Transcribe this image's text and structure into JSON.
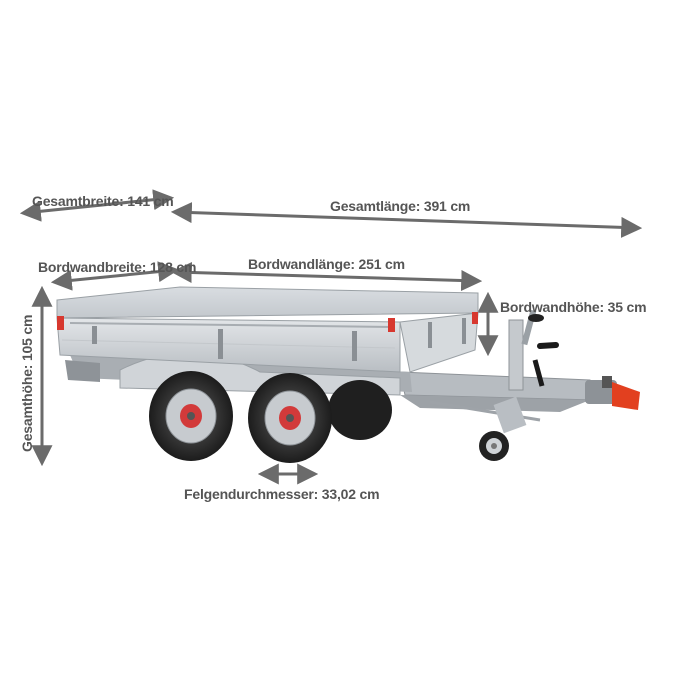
{
  "colors": {
    "dimension_line": "#6b6b6b",
    "label_text": "#555555",
    "trailer_body": "#c9cdd1",
    "rim_accent": "#d23a3a",
    "coupling_accent": "#e2401f"
  },
  "dimensions": {
    "overall_width": "Gesamtbreite: 141 cm",
    "overall_length": "Gesamtlänge: 391 cm",
    "board_width": "Bordwandbreite: 128 cm",
    "board_length": "Bordwandlänge: 251 cm",
    "board_height": "Bordwandhöhe: 35 cm",
    "overall_height": "Gesamthöhe: 105 cm",
    "rim_diameter": "Felgendurchmesser: 33,02 cm"
  }
}
